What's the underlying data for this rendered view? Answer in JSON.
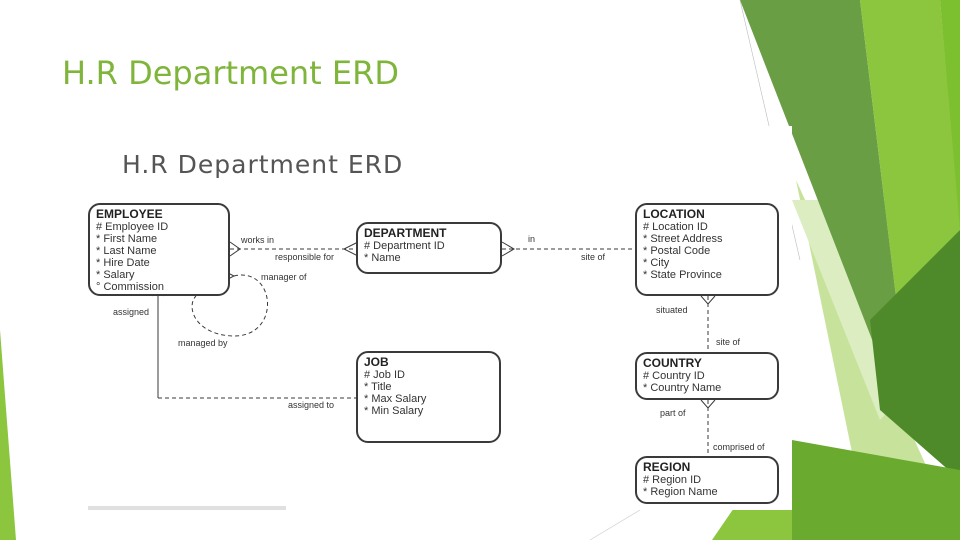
{
  "slide": {
    "title": "H.R Department ERD"
  },
  "erd": {
    "heading": "H.R Department ERD",
    "entities": {
      "employee": {
        "name": "EMPLOYEE",
        "attributes": [
          "# Employee ID",
          "* First Name",
          "* Last Name",
          "* Hire Date",
          "* Salary",
          "° Commission"
        ]
      },
      "department": {
        "name": "DEPARTMENT",
        "attributes": [
          "# Department ID",
          "* Name"
        ]
      },
      "location": {
        "name": "LOCATION",
        "attributes": [
          "# Location ID",
          "* Street Address",
          "* Postal Code",
          "* City",
          "* State Province"
        ]
      },
      "job": {
        "name": "JOB",
        "attributes": [
          "# Job ID",
          "* Title",
          "* Max Salary",
          "* Min Salary"
        ]
      },
      "country": {
        "name": "COUNTRY",
        "attributes": [
          "# Country ID",
          "* Country Name"
        ]
      },
      "region": {
        "name": "REGION",
        "attributes": [
          "# Region ID",
          "* Region Name"
        ]
      }
    },
    "relationships": {
      "works_in": "works in",
      "responsible_for": "responsible for",
      "manager_of": "manager of",
      "managed_by": "managed by",
      "assigned": "assigned",
      "assigned_to": "assigned to",
      "in": "in",
      "site_of_dept": "site of",
      "situated": "situated",
      "site_of_country": "site of",
      "part_of": "part of",
      "comprised_of": "comprised of"
    }
  },
  "colors": {
    "title": "#7fb53a",
    "deco_green": "#8cc63f",
    "deco_dark": "#5d9932",
    "line": "#3a3a3a"
  }
}
